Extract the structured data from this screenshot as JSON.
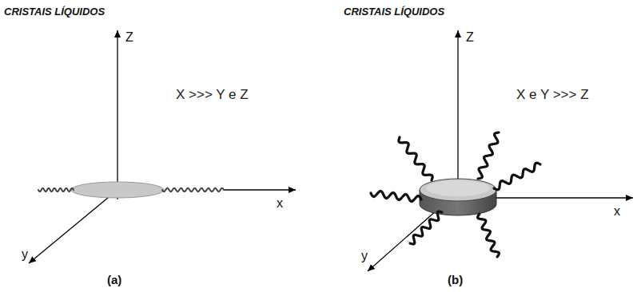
{
  "diagram": {
    "labels": [
      "CRISTAIS LÍQUIDOS",
      "CRISTAIS LÍQUIDOS",
      "Z",
      "X >>> Y e Z",
      "x",
      "y",
      "(a)",
      "Z",
      "X e Y >>> Z",
      "x",
      "y",
      "(b)"
    ]
  }
}
